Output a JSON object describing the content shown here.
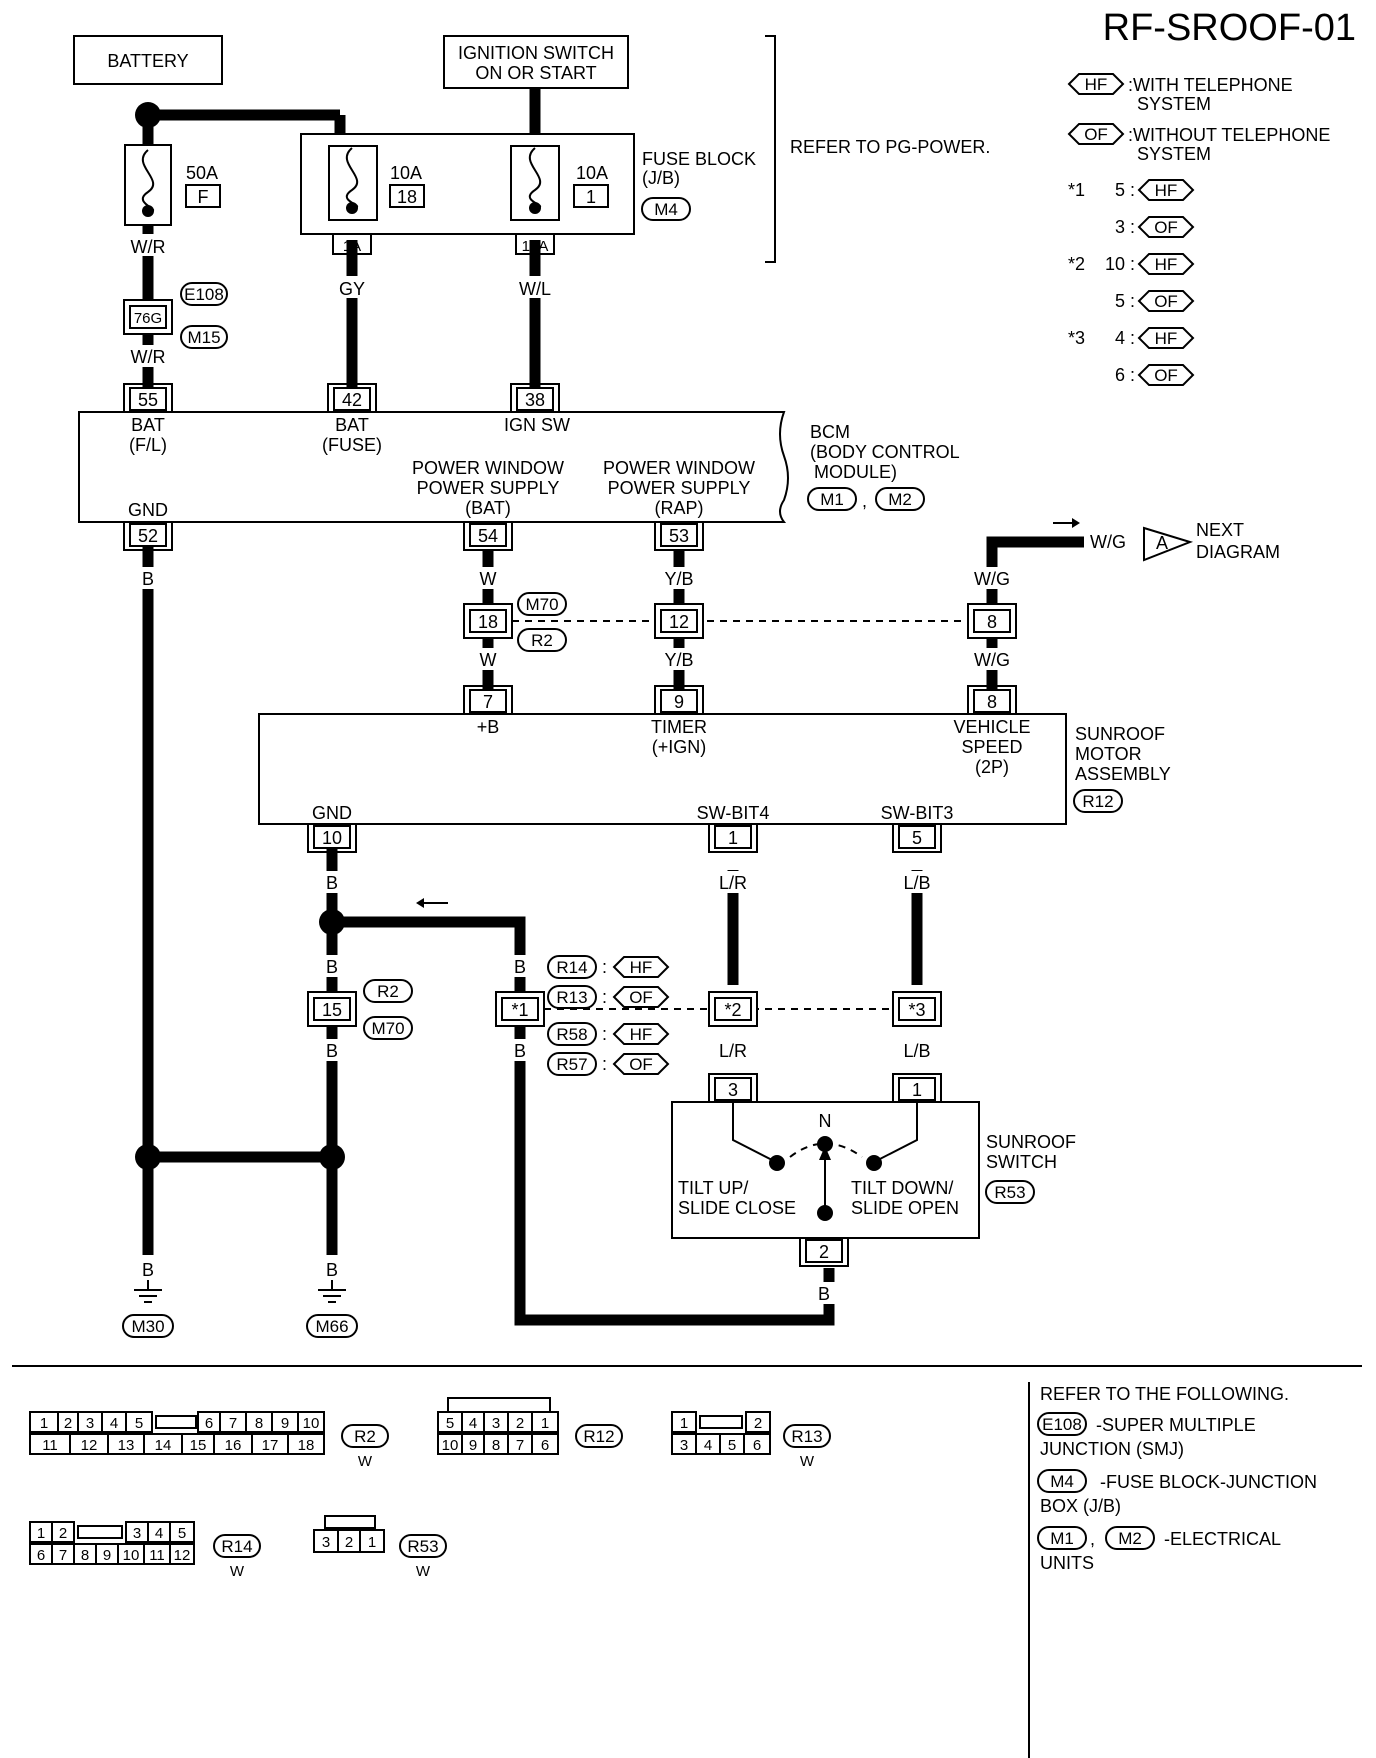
{
  "title": "RF-SROOF-01",
  "legend": {
    "hf_sym": "HF",
    "hf_text1": ":WITH TELEPHONE",
    "hf_text2": "SYSTEM",
    "of_sym": "OF",
    "of_text1": ":WITHOUT TELEPHONE",
    "of_text2": "SYSTEM",
    "rows": [
      {
        "star": "*1",
        "num": "5 :",
        "sym": "HF"
      },
      {
        "star": "",
        "num": "3 :",
        "sym": "OF"
      },
      {
        "star": "*2",
        "num": "10 :",
        "sym": "HF"
      },
      {
        "star": "",
        "num": "5 :",
        "sym": "OF"
      },
      {
        "star": "*3",
        "num": "4 :",
        "sym": "HF"
      },
      {
        "star": "",
        "num": "6 :",
        "sym": "OF"
      }
    ]
  },
  "power": {
    "battery": "BATTERY",
    "ign1": "IGNITION SWITCH",
    "ign2": "ON OR START",
    "fuse_block1": "FUSE BLOCK",
    "fuse_block2": "(J/B)",
    "fuse_block_conn": "M4",
    "refer": "REFER TO PG-POWER.",
    "fuse50_amp": "50A",
    "fuse50_id": "F",
    "fuse10a_amp": "10A",
    "fuse10a_id": "18",
    "fuse10b_amp": "10A",
    "fuse10b_id": "1",
    "term_1a": "1A",
    "term_15a": "15A"
  },
  "wires": {
    "wr": "W/R",
    "gy": "GY",
    "wl": "W/L",
    "b": "B",
    "w": "W",
    "yb": "Y/B",
    "wg": "W/G",
    "lr": "L/R",
    "lb": "L/B"
  },
  "connectors": {
    "e108": "E108",
    "m15": "M15",
    "p76g": "76G",
    "m70": "M70",
    "r2": "R2",
    "r12": "R12",
    "r53": "R53",
    "r14": "R14",
    "r13": "R13",
    "r58": "R58",
    "r57": "R57",
    "hf": "HF",
    "of": "OF",
    "colon": ":",
    "m30": "M30",
    "m66": "M66"
  },
  "bcm": {
    "name1": "BCM",
    "name2": "(BODY CONTROL",
    "name3": "MODULE)",
    "conn1": "M1",
    "conn2": "M2",
    "comma": ",",
    "bat_fl1": "BAT",
    "bat_fl2": "(F/L)",
    "bat_fuse1": "BAT",
    "bat_fuse2": "(FUSE)",
    "ign_sw": "IGN SW",
    "gnd": "GND",
    "pw_bat1": "POWER WINDOW",
    "pw_bat2": "POWER SUPPLY",
    "pw_bat3": "(BAT)",
    "pw_rap1": "POWER WINDOW",
    "pw_rap2": "POWER SUPPLY",
    "pw_rap3": "(RAP)",
    "pins": {
      "p55": "55",
      "p42": "42",
      "p38": "38",
      "p52": "52",
      "p54": "54",
      "p53": "53"
    }
  },
  "next": {
    "letter": "A",
    "text1": "NEXT",
    "text2": "DIAGRAM"
  },
  "motor": {
    "name1": "SUNROOF",
    "name2": "MOTOR",
    "name3": "ASSEMBLY",
    "plus_b": "+B",
    "timer1": "TIMER",
    "timer2": "(+IGN)",
    "vs1": "VEHICLE",
    "vs2": "SPEED",
    "vs3": "(2P)",
    "gnd": "GND",
    "swbit4": "SW-BIT4",
    "swbit3": "SW-BIT3",
    "pins": {
      "p7": "7",
      "p9": "9",
      "p8": "8",
      "p10": "10",
      "p1": "1",
      "p5": "5"
    }
  },
  "joint": {
    "p18": "18",
    "p12": "12",
    "p8": "8",
    "p15": "15",
    "s1": "*1",
    "s2": "*2",
    "s3": "*3"
  },
  "switch": {
    "name1": "SUNROOF",
    "name2": "SWITCH",
    "n": "N",
    "tilt_up1": "TILT UP/",
    "tilt_up2": "SLIDE CLOSE",
    "tilt_down1": "TILT DOWN/",
    "tilt_down2": "SLIDE OPEN",
    "pins": {
      "p3": "3",
      "p1": "1",
      "p2": "2"
    }
  },
  "faces": {
    "r2_top": [
      "1",
      "2",
      "3",
      "4",
      "5",
      "6",
      "7",
      "8",
      "9",
      "10"
    ],
    "r2_bottom": [
      "11",
      "12",
      "13",
      "14",
      "15",
      "16",
      "17",
      "18"
    ],
    "r12_top": [
      "5",
      "4",
      "3",
      "2",
      "1"
    ],
    "r12_bottom": [
      "10",
      "9",
      "8",
      "7",
      "6"
    ],
    "r13_top": [
      "1",
      "2"
    ],
    "r13_bottom": [
      "3",
      "4",
      "5",
      "6"
    ],
    "r14_top": [
      "1",
      "2",
      "3",
      "4",
      "5"
    ],
    "r14_bottom": [
      "6",
      "7",
      "8",
      "9",
      "10",
      "11",
      "12"
    ],
    "r53": [
      "3",
      "2",
      "1"
    ],
    "color_w": "W"
  },
  "refer_box": {
    "head": "REFER TO THE FOLLOWING.",
    "e108": "E108",
    "e108_text1": "-SUPER MULTIPLE",
    "e108_text2": "JUNCTION (SMJ)",
    "m4": "M4",
    "m4_text1": "-FUSE BLOCK-JUNCTION",
    "m4_text2": "BOX (J/B)",
    "m1": "M1",
    "m2": "M2",
    "comma": ",",
    "m12_text1": "-ELECTRICAL",
    "m12_text2": "UNITS"
  }
}
